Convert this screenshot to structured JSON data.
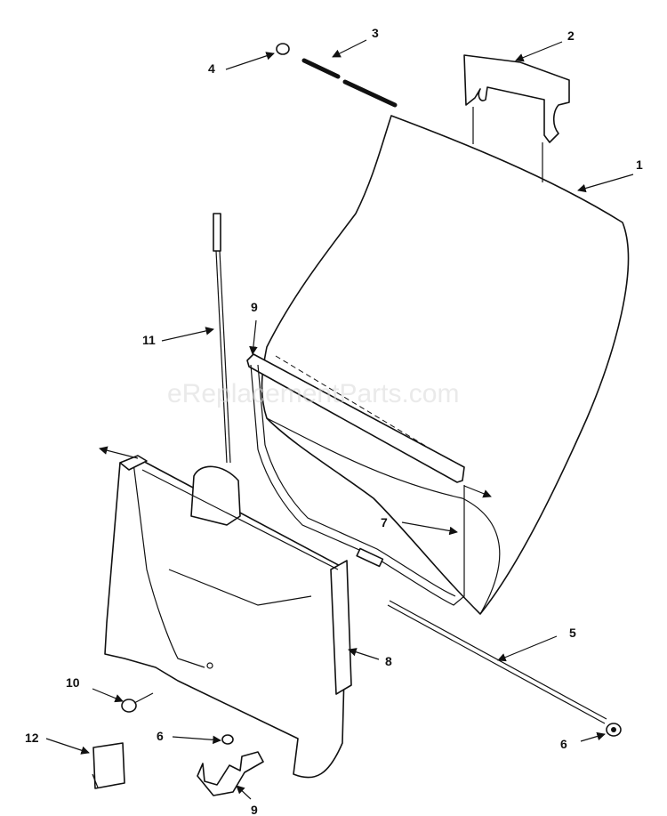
{
  "watermark": "eReplacementParts.com",
  "callouts": {
    "c1": "1",
    "c2": "2",
    "c3": "3",
    "c4": "4",
    "c5": "5",
    "c6a": "6",
    "c6b": "6",
    "c7": "7",
    "c8": "8",
    "c9a": "9",
    "c9b": "9",
    "c10": "10",
    "c11": "11",
    "c12": "12"
  }
}
